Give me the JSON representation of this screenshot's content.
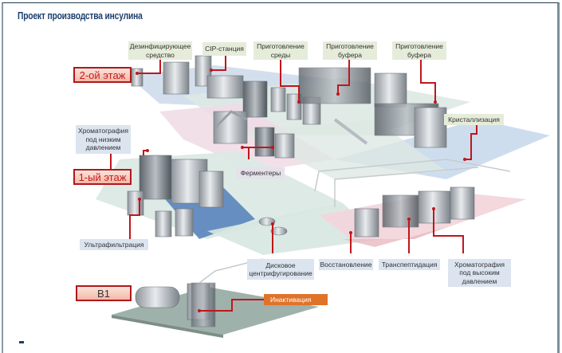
{
  "title": "Проект производства инсулина",
  "floors": {
    "second": "2-ой этаж",
    "first": "1-ый этаж",
    "basement": "B1"
  },
  "labels": {
    "disinfectant": "Дезинфицирующее средство",
    "cip": "CIP-станция",
    "media_prep": "Приготовление среды",
    "buffer_prep_1": "Приготовление буфера",
    "buffer_prep_2": "Приготовление буфера",
    "low_pressure_chrom": "Хроматография под низким давлением",
    "crystallization": "Кристаллизация",
    "fermenters": "Ферментеры",
    "ultrafiltration": "Ультрафильтрация",
    "disk_centrifugation": "Дисковое центрифугирование",
    "reconstitution": "Восстановление",
    "transpeptidation": "Транспептидация",
    "high_pressure_chrom": "Хроматография под высоким давлением",
    "inactivation": "Инактивация"
  },
  "colors": {
    "title": "#1c3f6e",
    "leader_line": "#c0161c",
    "label_green": "#e6ecda",
    "label_blue": "#dbe4ef",
    "label_lilac": "#e6e0ec",
    "label_orange": "#e0732a",
    "floor_pink": "#f0d6e0",
    "floor_blue": "#c9d9ec",
    "floor_mint": "#dbe9e4"
  }
}
